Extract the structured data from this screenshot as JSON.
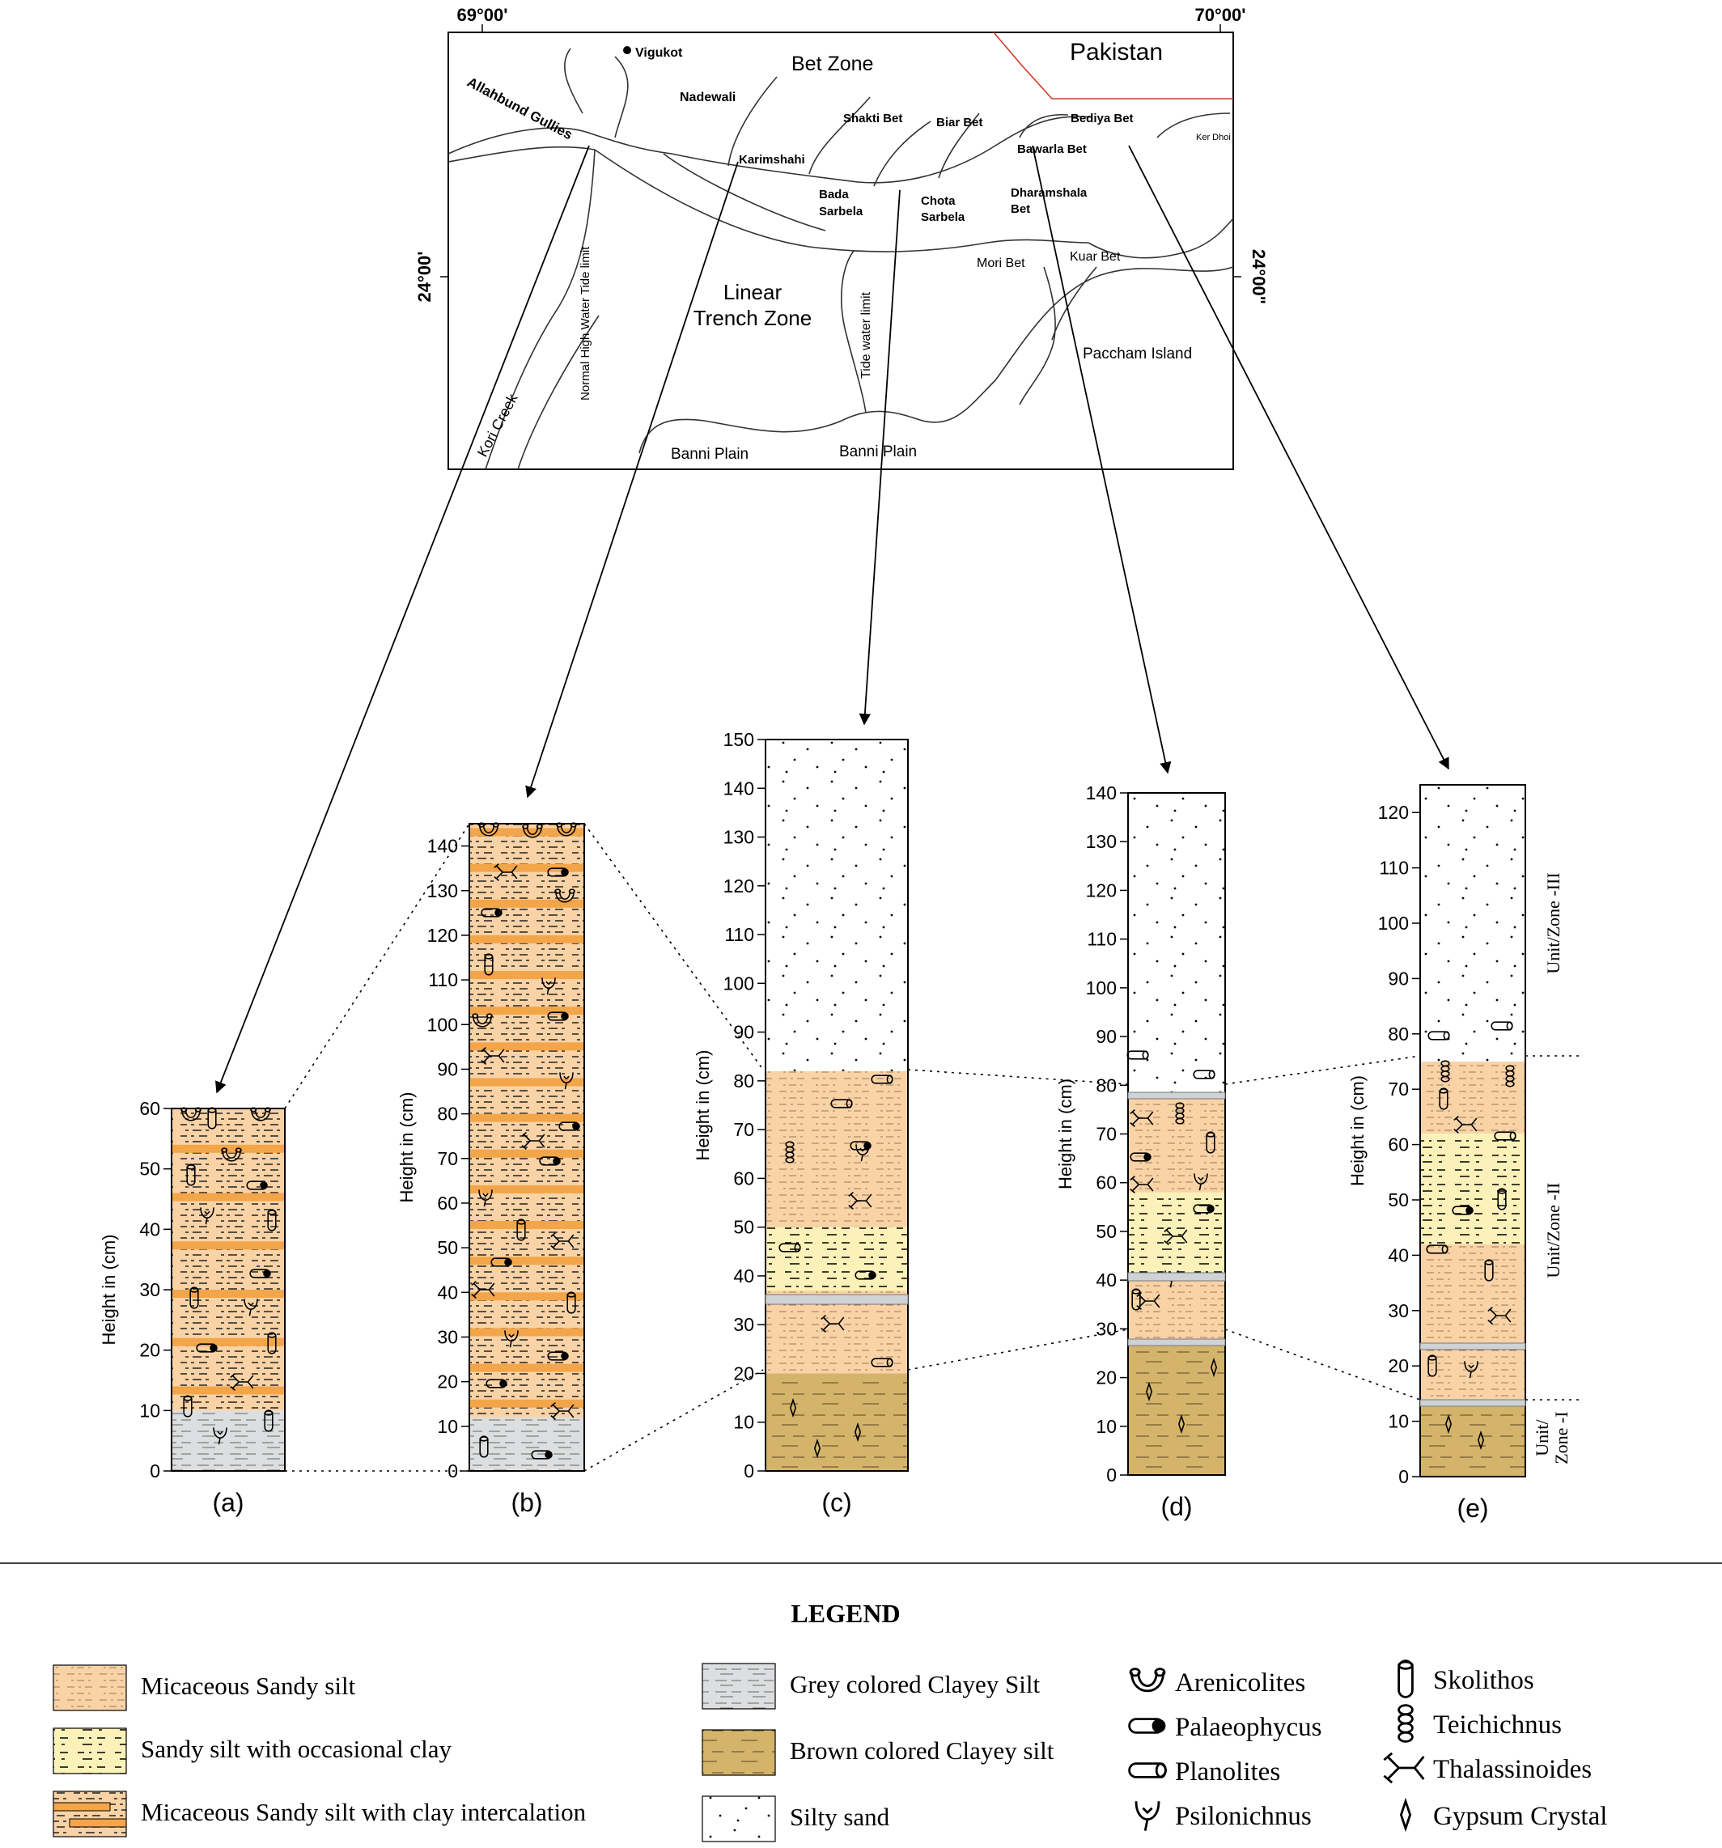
{
  "map": {
    "coords": {
      "lon_left": "69°00'",
      "lon_right": "70°00'",
      "lat_left": "24°00'",
      "lat_right": "24°00\""
    },
    "places": {
      "pakistan": "Pakistan",
      "vigukot": "Vigukot",
      "bet_zone": "Bet Zone",
      "nadewali": "Nadewali",
      "allahbund": "Allahbund Gullies",
      "karimshahi": "Karimshahi",
      "shakti_bet": "Shakti Bet",
      "biar_bet": "Biar Bet",
      "bediya_bet": "Bediya Bet",
      "ker_dhoi": "Ker Dhoi",
      "bawarla_bet": "Bawarla Bet",
      "bada": "Bada",
      "sarbela": "Sarbela",
      "chota": "Chota",
      "dharamshala": "Dharamshala",
      "bet": "Bet",
      "mori_bet": "Mori Bet",
      "kuar_bet": "Kuar Bet",
      "linear": "Linear",
      "trench_zone": "Trench Zone",
      "normal_hwt": "Normal High Water Tide limit",
      "tide_water": "Tide water limit",
      "paccham": "Paccham Island",
      "kori_creek": "Kori Creek",
      "banni1": "Banni Plain",
      "banni2": "Banni Plain"
    }
  },
  "sections": [
    {
      "id": "a",
      "label": "(a)",
      "max": 60,
      "ylabel": "Height in (cm)",
      "ticks": [
        "0",
        "10",
        "20",
        "30",
        "40",
        "50",
        "60"
      ],
      "layers": [
        {
          "lith": "grey",
          "from": 0,
          "to": 10
        },
        {
          "lith": "mic_clay",
          "from": 10,
          "to": 60
        }
      ]
    },
    {
      "id": "b",
      "label": "(b)",
      "max": 145,
      "ylabel": "Height in (cm)",
      "ticks": [
        "0",
        "10",
        "20",
        "30",
        "40",
        "50",
        "60",
        "70",
        "80",
        "90",
        "100",
        "110",
        "120",
        "130",
        "140"
      ],
      "layers": [
        {
          "lith": "grey",
          "from": 0,
          "to": 12
        },
        {
          "lith": "mic_clay",
          "from": 12,
          "to": 145
        }
      ]
    },
    {
      "id": "c",
      "label": "(c)",
      "max": 150,
      "ylabel": "Height in (cm)",
      "ticks": [
        "0",
        "10",
        "20",
        "30",
        "40",
        "50",
        "60",
        "70",
        "80",
        "90",
        "100",
        "110",
        "120",
        "130",
        "140",
        "150"
      ],
      "layers": [
        {
          "lith": "brown",
          "from": 0,
          "to": 20
        },
        {
          "lith": "micaceous",
          "from": 20,
          "to": 50
        },
        {
          "lith": "sandy_clay",
          "from": 37,
          "to": 50
        },
        {
          "lith": "micaceous",
          "from": 50,
          "to": 82
        },
        {
          "lith": "silty_sand",
          "from": 82,
          "to": 150
        }
      ]
    },
    {
      "id": "d",
      "label": "(d)",
      "max": 140,
      "ylabel": "Height in (cm)",
      "ticks": [
        "0",
        "10",
        "20",
        "30",
        "40",
        "50",
        "60",
        "70",
        "80",
        "90",
        "100",
        "110",
        "120",
        "130",
        "140"
      ],
      "layers": [
        {
          "lith": "brown",
          "from": 0,
          "to": 28
        },
        {
          "lith": "micaceous",
          "from": 28,
          "to": 41
        },
        {
          "lith": "sandy_clay",
          "from": 41,
          "to": 58
        },
        {
          "lith": "micaceous",
          "from": 58,
          "to": 78
        },
        {
          "lith": "silty_sand",
          "from": 78,
          "to": 140
        }
      ]
    },
    {
      "id": "e",
      "label": "(e)",
      "max": 125,
      "ylabel": "Height in (cm)",
      "ticks": [
        "0",
        "10",
        "20",
        "30",
        "40",
        "50",
        "60",
        "70",
        "80",
        "90",
        "100",
        "110",
        "120"
      ],
      "layers": [
        {
          "lith": "brown",
          "from": 0,
          "to": 14
        },
        {
          "lith": "micaceous",
          "from": 14,
          "to": 42
        },
        {
          "lith": "sandy_clay",
          "from": 42,
          "to": 62
        },
        {
          "lith": "micaceous",
          "from": 62,
          "to": 75
        },
        {
          "lith": "silty_sand",
          "from": 75,
          "to": 125
        }
      ],
      "zones": [
        {
          "label": "Unit/Zone -III",
          "from": 75,
          "to": 125
        },
        {
          "label": "Unit/Zone -II",
          "from": 14,
          "to": 75
        },
        {
          "label": "Unit/",
          "from": 0,
          "to": 14
        },
        {
          "label": "Zone -I",
          "from": 0,
          "to": 14
        }
      ]
    }
  ],
  "legend": {
    "title": "LEGEND",
    "lithology": [
      {
        "key": "micaceous",
        "label": "Micaceous Sandy silt",
        "color": "#f9d3a6"
      },
      {
        "key": "sandy_clay",
        "label": "Sandy silt with occasional clay",
        "color": "#fcf2b9"
      },
      {
        "key": "mic_clay",
        "label": "Micaceous Sandy silt with clay intercalation",
        "color": "#f9d3a6"
      },
      {
        "key": "grey",
        "label": "Grey colored Clayey Silt",
        "color": "#dcdedf"
      },
      {
        "key": "brown",
        "label": "Brown colored Clayey silt",
        "color": "#d4b46b"
      },
      {
        "key": "silty_sand",
        "label": "Silty sand",
        "color": "#ffffff"
      }
    ],
    "traces": [
      {
        "icon": "arenicolites-icon",
        "label": "Arenicolites"
      },
      {
        "icon": "palaeophycus-icon",
        "label": "Palaeophycus"
      },
      {
        "icon": "planolites-icon",
        "label": "Planolites"
      },
      {
        "icon": "psilonichnus-icon",
        "label": "Psilonichnus"
      },
      {
        "icon": "skolithos-icon",
        "label": "Skolithos"
      },
      {
        "icon": "teichichnus-icon",
        "label": "Teichichnus"
      },
      {
        "icon": "thalassinoides-icon",
        "label": "Thalassinoides"
      },
      {
        "icon": "gypsum-crystal-icon",
        "label": "Gypsum Crystal"
      }
    ],
    "clay_band_color": "#f3a54a"
  }
}
